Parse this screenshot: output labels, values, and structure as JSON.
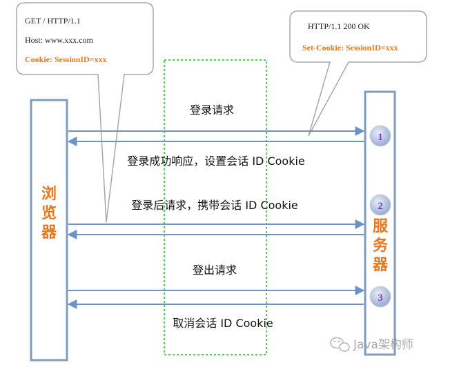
{
  "client": {
    "label": "浏览器",
    "label_chars": [
      "浏",
      "览",
      "器"
    ]
  },
  "server": {
    "label": "服务器",
    "label_chars": [
      "服",
      "务",
      "器"
    ]
  },
  "request_bubble": {
    "line1": "GET / HTTP/1.1",
    "line2": "Host: www.xxx.com",
    "line3": "Cookie: SessionID=xxx"
  },
  "response_bubble": {
    "line1": "HTTP/1.1 200 OK",
    "line2": "Set-Cookie: SessionID=xxx"
  },
  "messages": {
    "login_request": "登录请求",
    "login_response": "登录成功响应，设置会话 ID Cookie",
    "after_login_request": "登录后请求，携带会话 ID Cookie",
    "logout_request": "登出请求",
    "cancel_session": "取消会话 ID Cookie"
  },
  "steps": [
    "1",
    "2",
    "3"
  ],
  "watermark": {
    "text": "Java架构师"
  },
  "colors": {
    "accent": "#e8781e",
    "box_border": "#7f9bbd",
    "arrow": "#6b93c9",
    "dashed": "#4fd14f",
    "step_text": "#7a3fc4",
    "step_fill": "#aab8d8"
  }
}
